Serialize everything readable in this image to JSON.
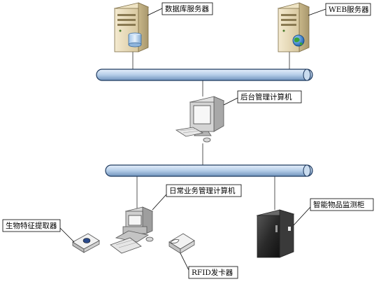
{
  "labels": {
    "db_server": "数据库服务器",
    "web_server": "WEB服务器",
    "backend_pc": "后台管理计算机",
    "daily_pc": "日常业务管理计算机",
    "bio_reader": "生物特征提取器",
    "cabinet": "智能物品监测柜",
    "rfid": "RFID发卡器"
  },
  "colors": {
    "bus_fill": "#b5cde8",
    "bus_stroke": "#1f3a5f",
    "callout_stroke": "#000000"
  },
  "icons": {
    "db_server": "database-server-icon",
    "web_server": "web-server-icon",
    "backend_pc": "desktop-computer-icon",
    "daily_pc": "desktop-computer-icon",
    "bio_reader": "biometric-reader-icon",
    "cabinet": "smart-cabinet-icon",
    "rfid": "rfid-card-reader-icon"
  }
}
